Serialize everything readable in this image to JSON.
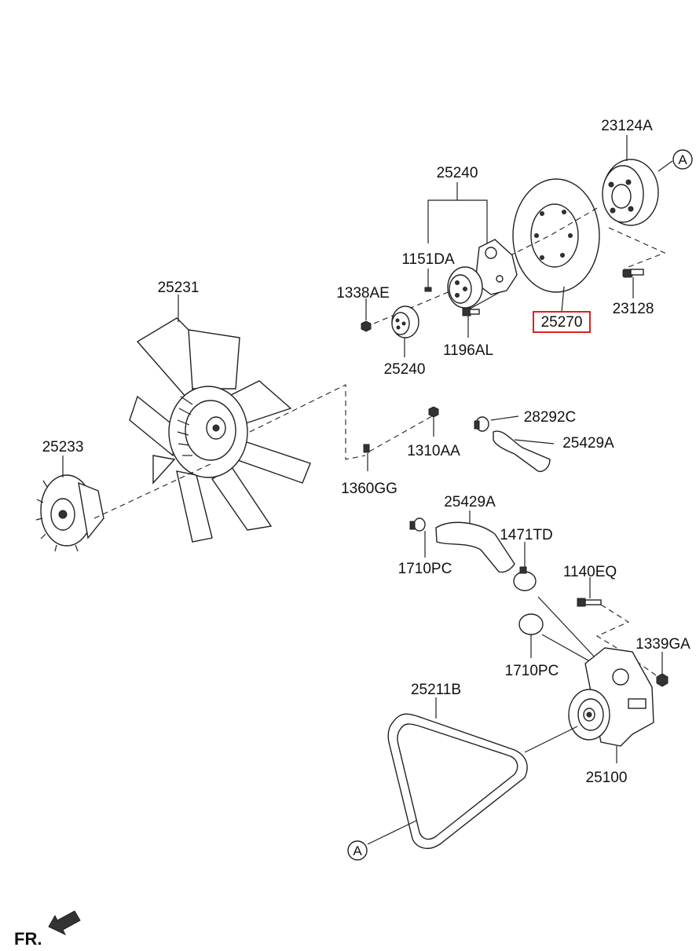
{
  "labels": {
    "p23124A": "23124A",
    "p25240_top": "25240",
    "p1151DA": "1151DA",
    "p1338AE": "1338AE",
    "p25240_bot": "25240",
    "p1196AL": "1196AL",
    "p25270": "25270",
    "p23128": "23128",
    "p25231": "25231",
    "p25233": "25233",
    "p28292C": "28292C",
    "p25429A_top": "25429A",
    "p1310AA": "1310AA",
    "p1360GG": "1360GG",
    "p25429A_mid": "25429A",
    "p1471TD": "1471TD",
    "p1710PC_top": "1710PC",
    "p1140EQ": "1140EQ",
    "p1339GA": "1339GA",
    "p1710PC_bot": "1710PC",
    "p25211B": "25211B",
    "p25100": "25100"
  },
  "refs": {
    "a_top": "A",
    "a_bottom": "A"
  },
  "direction": {
    "front_label": "FR."
  },
  "highlight": {
    "part": "25270",
    "color": "#e02020"
  }
}
